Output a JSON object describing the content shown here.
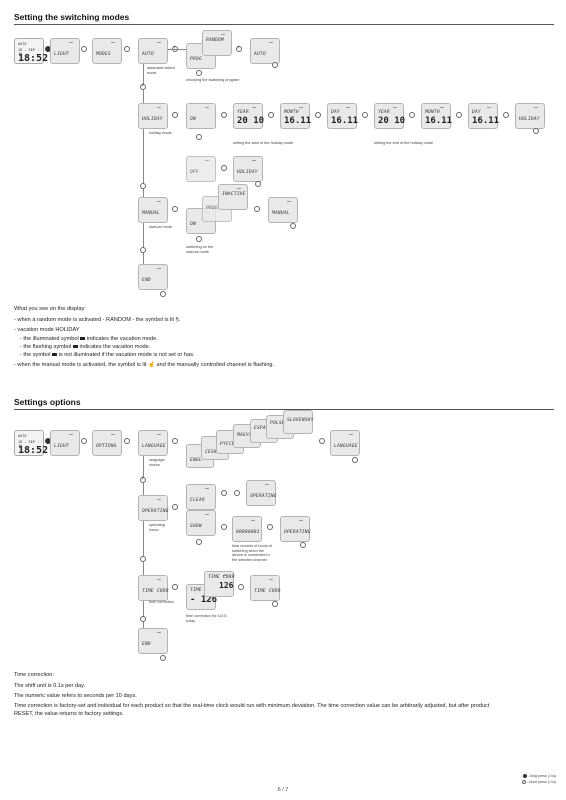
{
  "section1": {
    "title": "Setting the switching modes",
    "clock": {
      "line1": "AUTO",
      "line2": "16 - SEP - 10",
      "time": "18:52"
    },
    "screens": {
      "light": "LIGHT",
      "modes": "MODES",
      "auto": "AUTO",
      "random": "RANDOM",
      "prog": "PROG",
      "auto2": "AUTO",
      "holiday": "HOLIDAY",
      "on": "ON",
      "year1": "YEAR",
      "year1_val": "20 10",
      "month1": "MONTH",
      "month1_val": "16.11",
      "day1": "DAY",
      "day1_val": "16.11",
      "year2": "YEAR",
      "year2_val": "20 10",
      "month2": "MONTH",
      "month2_val": "16.11",
      "day2": "DAY",
      "day2_val": "16.11",
      "holiday_end": "HOLIDAY",
      "off": "OFF",
      "holiday_off": "HOLIDAY",
      "manual": "MANUAL",
      "inactive": "INACTIVE",
      "prog2": "PROG",
      "on2": "ON",
      "manual2": "MANUAL",
      "end": "END"
    },
    "captions": {
      "auto": "automatic switch mode",
      "prog": "choosing the switching program",
      "holiday": "holiday mode",
      "start": "setting the start of the holiday mode",
      "end": "setting the end of the holiday mode",
      "manual": "manual mode",
      "switching": "switching on the manual mode"
    }
  },
  "display_info": {
    "heading": "What you see on the display:",
    "line1": "- when a random mode is activated - RANDOM - the symbol is lit",
    "line2": "- vacation mode HOLIDAY",
    "line3": "- the illuminated symbol",
    "line3b": "indicates the vacation mode.",
    "line4": "- the flashing symbol",
    "line4b": "indicates the vacation mode.",
    "line5": "- the symbol",
    "line5b": "is not illuminated if the vacation mode is not set or has.",
    "line6": "- when the manual mode is activated, the symbol is lit",
    "line6b": "and the manually controlled channel is flashing."
  },
  "section2": {
    "title": "Settings options",
    "clock": {
      "line1": "AUTO",
      "line2": "16 - SEP - 10",
      "time": "18:52"
    },
    "screens": {
      "light": "LIGHT",
      "options": "OPTIONS",
      "language": "LANGUAGE",
      "engl": "ENGL",
      "cesky": "CESKY",
      "pycck": "PYCCK",
      "magyar": "MAGYAR",
      "espan": "ESPAN",
      "polsk": "POLSK",
      "slovensky": "SLOVENSKY",
      "language2": "LANGUAGE",
      "operating": "OPERATING",
      "clear": "CLEAR",
      "operating2": "OPERATING",
      "show": "SHOW",
      "counter": "00000001",
      "operating3": "OPERATING",
      "time_corr": "TIME CORR",
      "time_corr_a": "TIME CORR",
      "time_corr_a_val": "126",
      "time_corr_b": "TIME CORR",
      "time_corr_b_val": "- 126",
      "time_corr_end": "TIME CORR",
      "end": "END"
    },
    "captions": {
      "language": "language choice",
      "operating": "operating hours",
      "total": "total number of hours of switching when the device is connected to the selected channel",
      "time_corr": "time correction",
      "by": "time correction by ±12.6 s/day"
    }
  },
  "notes": {
    "heading": "Time correction:",
    "p1": "The shift unit is 0.1s per day.",
    "p2": "The numeric value refers to seconds per 10 days.",
    "p3": "Time correction is factory-set and individual for each product so that the real-time clock would run with minimum deviation. The time correction value can be arbitrarily adjusted, but after product",
    "p4": "RESET, the value returns to factory settings."
  },
  "legend": {
    "long": "- long press (>1s)",
    "short": "- short press (<1s)"
  },
  "page_number": "6 / 7"
}
